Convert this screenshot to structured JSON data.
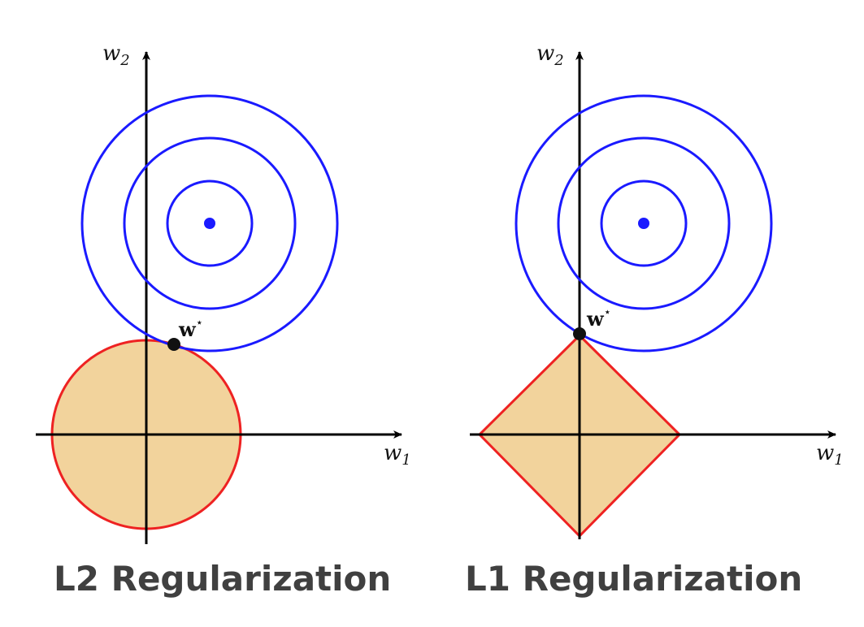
{
  "colors": {
    "contour": "#1a1aff",
    "constraint_stroke": "#ee2222",
    "constraint_fill": "#f2d39c",
    "axis": "#000000",
    "point": "#111111"
  },
  "panels": [
    {
      "id": "l2",
      "caption": "L2 Regularization",
      "axis_x_label": "w",
      "axis_x_sub": "1",
      "axis_y_label": "w",
      "axis_y_sub": "2",
      "solution_label": "w",
      "solution_sup": "⋆",
      "constraint_shape": "circle"
    },
    {
      "id": "l1",
      "caption": "L1 Regularization",
      "axis_x_label": "w",
      "axis_x_sub": "1",
      "axis_y_label": "w",
      "axis_y_sub": "2",
      "solution_label": "w",
      "solution_sup": "⋆",
      "constraint_shape": "diamond"
    }
  ]
}
